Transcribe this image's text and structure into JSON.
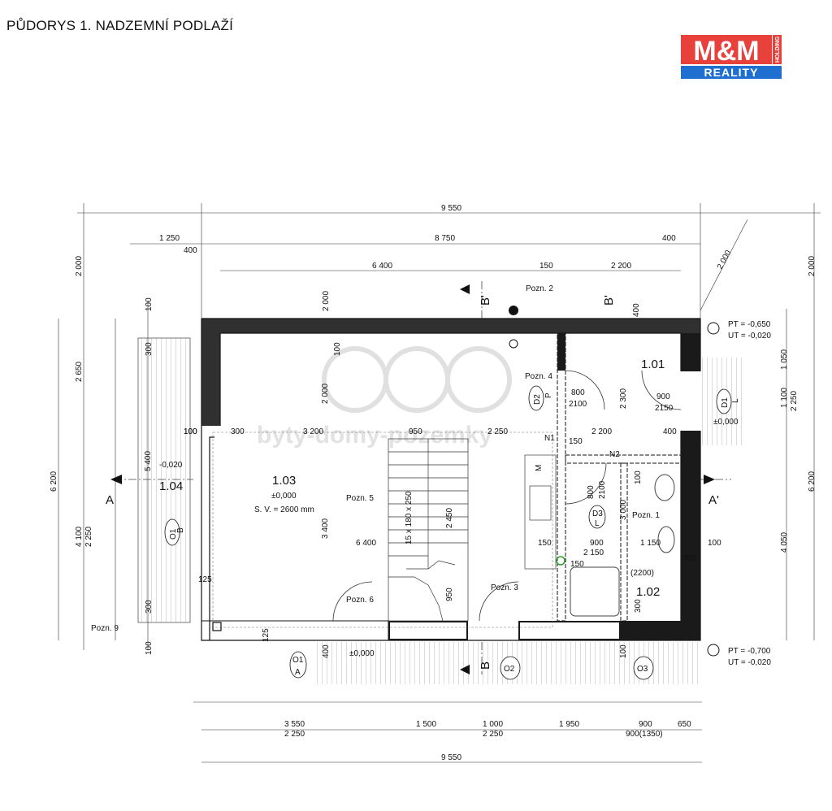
{
  "title": "PŮDORYS 1. NADZEMNÍ PODLAŽÍ",
  "logo": {
    "top": "M&M",
    "bottom": "REALITY",
    "side": "HOLDING",
    "color_red": "#e8413c",
    "color_blue": "#1e6fd0"
  },
  "watermark": "byty-domy-pozemky",
  "rooms": {
    "r101": "1.01",
    "r102": "1.02",
    "r103": "1.03",
    "r104": "1.04"
  },
  "room_103": {
    "level": "±0,000",
    "height": "S. V. = 2600 mm"
  },
  "levels": {
    "l1": "PT = -0,650",
    "l2": "UT = -0,020",
    "l3": "±0,000",
    "l4": "PT = -0,700",
    "l5": "UT = -0,020",
    "l6": "±0,000",
    "l7": "-0,020"
  },
  "sections": {
    "a": "A",
    "a2": "A'",
    "b1": "B'",
    "b2": "B'",
    "b3": "B"
  },
  "notes": {
    "p1": "Pozn. 1",
    "p2": "Pozn. 2",
    "p3": "Pozn. 3",
    "p4": "Pozn. 4",
    "p5": "Pozn. 5",
    "p6": "Pozn. 6",
    "p9": "Pozn. 9",
    "n1": "N1",
    "n2": "N2",
    "m": "M"
  },
  "stairs": "15 x 180 x 250",
  "doors": {
    "d2": "D2",
    "d2s": "P",
    "d2w": "800",
    "d2h": "2100",
    "d1": "D1",
    "d1s": "L",
    "d1w": "900",
    "d1h": "2150",
    "d3": "D3",
    "d3s": "L",
    "d3w": "800",
    "d3h": "2100"
  },
  "windows": {
    "o1": "O1",
    "o1s": "B",
    "o1b": "O1",
    "o1bs": "A",
    "o2": "O2",
    "o3": "O3"
  },
  "dims": {
    "top": [
      "9 550",
      "1 250",
      "8 750",
      "400",
      "400",
      "6 400",
      "150",
      "2 200"
    ],
    "bottom": [
      "3 550",
      "1 500",
      "1 000",
      "1 950",
      "900",
      "650",
      "2 250",
      "2 250",
      "900(1350)",
      "9 550"
    ],
    "left": [
      "2 000",
      "2 650",
      "6 200",
      "5 400",
      "4 100",
      "2 250",
      "100",
      "300",
      "300",
      "100",
      "100"
    ],
    "right": [
      "2 000",
      "1 050",
      "1 100",
      "2 250",
      "6 200",
      "4 050"
    ],
    "inner": [
      "100",
      "3 200",
      "950",
      "2 250",
      "2 200",
      "400",
      "150",
      "6 400",
      "150",
      "900",
      "1 150",
      "100",
      "2 150",
      "150",
      "(2200)",
      "300",
      "100",
      "300",
      "2 000",
      "3 400",
      "2 450",
      "950",
      "2 300",
      "3 000",
      "2 000",
      "125",
      "125",
      "400",
      "300",
      "300",
      "100",
      "100",
      "400"
    ]
  }
}
